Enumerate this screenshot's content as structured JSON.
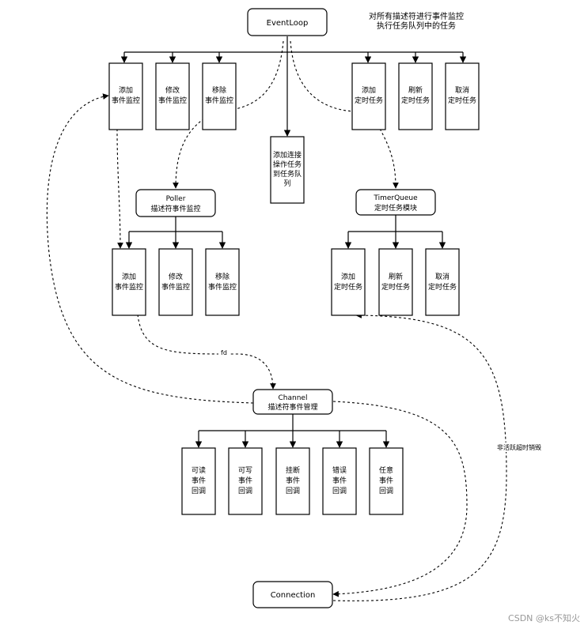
{
  "nodes": {
    "eventloop": "EventLoop",
    "el_add_event": [
      "添加",
      "事件监控"
    ],
    "el_mod_event": [
      "修改",
      "事件监控"
    ],
    "el_del_event": [
      "移除",
      "事件监控"
    ],
    "el_add_task": [
      "添加连接",
      "操作任务",
      "到任务队",
      "列"
    ],
    "el_add_timer": [
      "添加",
      "定时任务"
    ],
    "el_refresh_timer": [
      "刷新",
      "定时任务"
    ],
    "el_cancel_timer": [
      "取消",
      "定时任务"
    ],
    "poller": [
      "Poller",
      "描述符事件监控"
    ],
    "p_add": [
      "添加",
      "事件监控"
    ],
    "p_mod": [
      "修改",
      "事件监控"
    ],
    "p_del": [
      "移除",
      "事件监控"
    ],
    "timerqueue": [
      "TimerQueue",
      "定时任务模块"
    ],
    "tq_add": [
      "添加",
      "定时任务"
    ],
    "tq_refresh": [
      "刷新",
      "定时任务"
    ],
    "tq_cancel": [
      "取消",
      "定时任务"
    ],
    "channel": [
      "Channel",
      "描述符事件管理"
    ],
    "cb_read": [
      "可读",
      "事件",
      "回调"
    ],
    "cb_write": [
      "可写",
      "事件",
      "回调"
    ],
    "cb_hangup": [
      "挂断",
      "事件",
      "回调"
    ],
    "cb_error": [
      "错误",
      "事件",
      "回调"
    ],
    "cb_any": [
      "任意",
      "事件",
      "回调"
    ],
    "connection": "Connection"
  },
  "note": [
    "对所有描述符进行事件监控",
    "执行任务队列中的任务"
  ],
  "edge_labels": {
    "fd": "fd",
    "inactive_timeout": "非活跃超时销毁"
  },
  "watermark": "CSDN @ks不知火"
}
